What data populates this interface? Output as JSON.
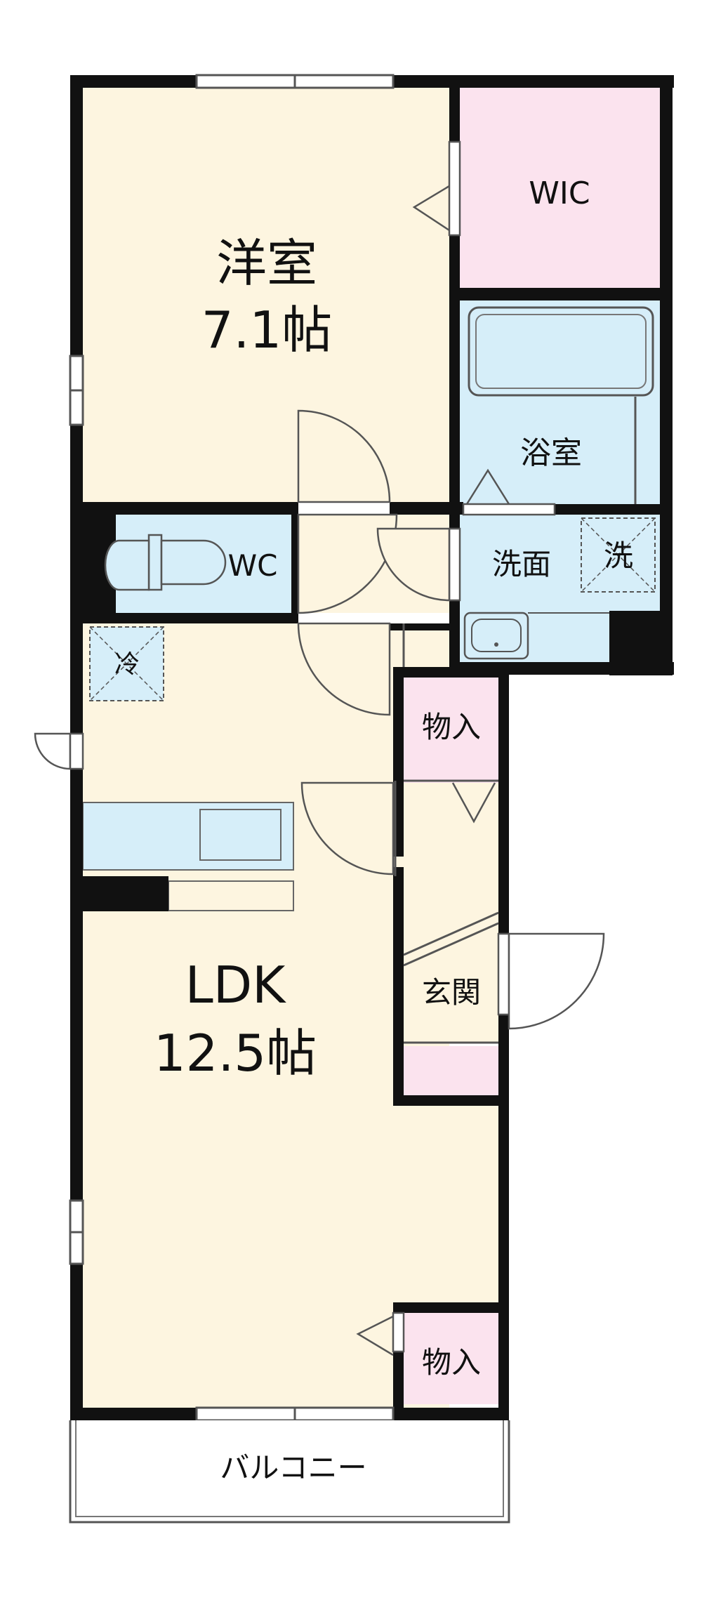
{
  "rooms": {
    "western": {
      "name": "洋室",
      "size": "7.1帖"
    },
    "wic": {
      "name": "WIC"
    },
    "bath": {
      "name": "浴室"
    },
    "wc": {
      "name": "WC"
    },
    "washroom": {
      "name": "洗面"
    },
    "washer": {
      "name": "洗"
    },
    "fridge": {
      "name": "冷"
    },
    "storage_upper": {
      "name": "物入"
    },
    "storage_lower": {
      "name": "物入"
    },
    "entrance": {
      "name": "玄関"
    },
    "ldk": {
      "name": "LDK",
      "size": "12.5帖"
    },
    "balcony": {
      "name": "バルコニー"
    }
  },
  "colors": {
    "cream": "#fdf5e0",
    "pink": "#fbe3ee",
    "blue": "#d6eef9",
    "wall": "#111111"
  }
}
